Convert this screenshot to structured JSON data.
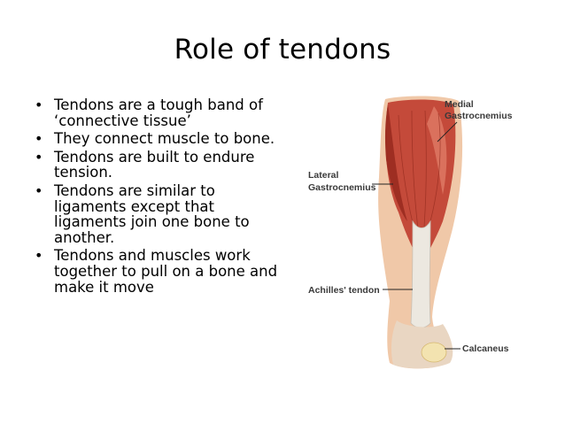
{
  "title": "Role of tendons",
  "bullets": [
    "Tendons are a tough band of ‘connective tissue’",
    "They connect muscle to bone.",
    "Tendons are built to endure tension.",
    "Tendons are similar to ligaments except that ligaments join one bone to another.",
    "Tendons and muscles work together to pull on a bone and make it move"
  ],
  "bullet_glyph": "•",
  "figure": {
    "labels": {
      "medial_line1": "Medial",
      "medial_line2": "Gastrocnemius",
      "lateral_line1": "Lateral",
      "lateral_line2": "Gastrocnemius",
      "achilles": "Achilles' tendon",
      "calcaneus": "Calcaneus"
    },
    "colors": {
      "muscle": "#c44a3a",
      "muscle_dark": "#9e2e22",
      "tendon": "#ece8e0",
      "skin": "#f0c8a8",
      "bone": "#f3e3b0"
    }
  }
}
